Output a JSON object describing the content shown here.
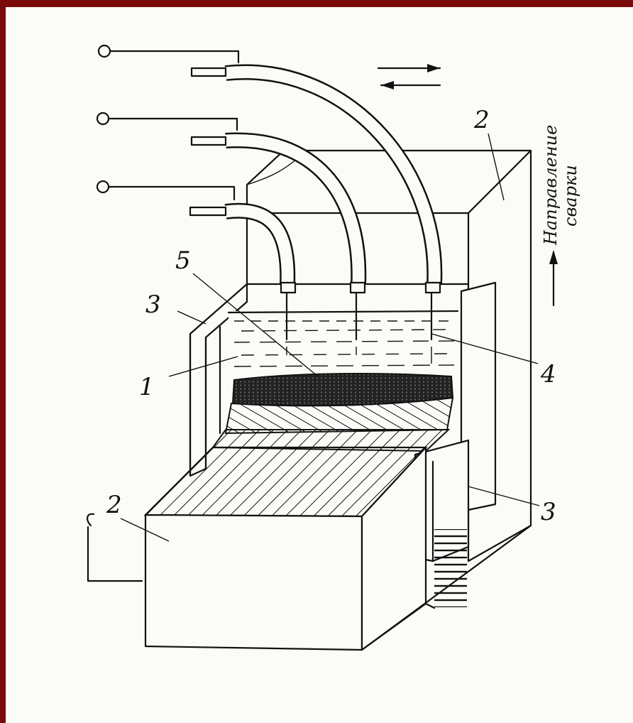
{
  "figure": {
    "labels": {
      "slag_pool": "1",
      "base_metal": "2",
      "cooling_shoe": "3",
      "electrode_wire": "4",
      "weld_pool": "5"
    },
    "direction_text_line1": "Направление",
    "direction_text_line2": "сварки",
    "colors": {
      "frame": "#7a0a0a",
      "paper": "#fbfbf8",
      "ink": "#111111"
    }
  }
}
